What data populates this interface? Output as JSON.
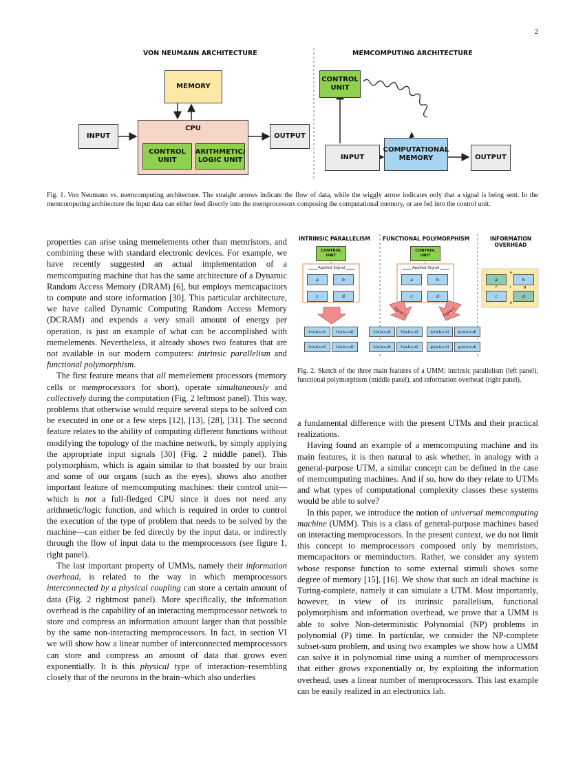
{
  "page_number": "2",
  "fig1": {
    "left_title": "VON NEUMANN ARCHITECTURE",
    "right_title": "MEMCOMPUTING ARCHITECTURE",
    "memory": "MEMORY",
    "input_left": "INPUT",
    "cpu": "CPU",
    "control_unit_left_1": "CONTROL",
    "control_unit_left_2": "UNIT",
    "alu_1": "ARITHMETIC/",
    "alu_2": "LOGIC UNIT",
    "output_left": "OUTPUT",
    "control_unit_right_1": "CONTROL",
    "control_unit_right_2": "UNIT",
    "input_right": "INPUT",
    "comp_mem_1": "COMPUTATIONAL",
    "comp_mem_2": "MEMORY",
    "output_right": "OUTPUT",
    "caption": "Fig. 1.   Von Neumann vs. memcomputing architecture. The straight arrows indicate the flow of data, while the wiggly arrow indicates only that a signal is being sent. In the memcomputing architecture the input data can either feed directly into the memprocessors composing the computational memory, or are fed into the control unit."
  },
  "fig2": {
    "title_1": "INTRINSIC PARALLELISM",
    "title_2": "FUNCTIONAL POLYMORPHISM",
    "title_3a": "INFORMATION",
    "title_3b": "OVERHEAD",
    "cu_1": "CONTROL",
    "cu_2": "UNIT",
    "applied_signal": "Applied Signal",
    "a": "a",
    "b": "b",
    "c": "c",
    "d": "d",
    "signal_1": "Signal 1",
    "signal_2": "Signal 2",
    "f1": "f₁(a,b,c,d)",
    "f2": "f₂(a,b,c,d)",
    "f3": "f₃(a,b,c,d)",
    "f4": "f₄(a,b,c,d)",
    "g1": "g₁(a,b,c,d)",
    "g2": "g₂(a,b,c,d)",
    "g3": "g₃(a,b,c,d)",
    "g4": "g₄(a,b,c,d)",
    "oh_e": "e",
    "oh_f": "f",
    "oh_g": "g",
    "oh_h": "h",
    "oh_i": "i",
    "caption": "Fig. 2.   Sketch of the three main features of a UMM: intrinsic parallelism (left panel), functional polymorphism (middle panel), and information overhead (right panel)."
  },
  "left_col": {
    "p1": "properties can arise using memelements other than memristors, and combining these with standard electronic devices. For example, we have recently suggested an actual implementation of a memcomputing machine that has the same architecture of a Dynamic Random Access Memory (DRAM) [6], but employs memcapacitors to compute and store information [30]. This particular architecture, we have called Dynamic Computing Random Access Memory (DCRAM) and expends a very small amount of energy per operation, is just an example of what can be accomplished with memelements. Nevertheless, it already shows two features that are not available in our modern computers: ",
    "p1_em1": "intrinsic parallelism",
    "p1_mid": " and ",
    "p1_em2": "functional polymorphism",
    "p1_end": ".",
    "p2_a": "The first feature means that ",
    "p2_em1": "all",
    "p2_b": " memelement processors (memory cells or ",
    "p2_em2": "memprocessors",
    "p2_c": " for short), operate ",
    "p2_em3": "simultaneously",
    "p2_d": " and ",
    "p2_em4": "collectively",
    "p2_e": " during the computation (Fig. 2 leftmost panel). This way, problems that otherwise would require several steps to be solved can be executed in one or a few steps [12], [13], [28], [31]. The second feature relates to the ability of computing different functions without modifying the topology of the machine network, by simply applying the appropriate input signals [30] (Fig. 2 middle panel). This polymorphism, which is again similar to that boasted by our brain and some of our organs (such as the eyes), shows also another important feature of memcomputing machines: their control unit—which is ",
    "p2_em5": "not",
    "p2_f": " a full-fledged CPU since it does not need any arithmetic/logic function, and which is required in order to control the execution of the type of problem that needs to be solved by the machine—can either be fed directly by the input data, or indirectly through the flow of input data to the memprocessors (see figure 1, right panel).",
    "p3_a": "The last important property of UMMs, namely their ",
    "p3_em1": "information overhead",
    "p3_b": ", is related to the way in which memprocessors ",
    "p3_em2": "interconnected by a physical coupling",
    "p3_c": " can store a certain amount of data (Fig. 2 rightmost panel). More specifically, the information overhead is the capability of an interacting memprocessor network to store and compress an information amount larger than that possible by the same non-interacting memprocessors. In fact, in section VI we will show how a linear number of interconnected memprocessors can store and compress an amount of data that grows even exponentially. It is this ",
    "p3_em3": "physical",
    "p3_d": " type of interaction–resembling closely that of the neurons in the brain–which also underlies"
  },
  "right_col": {
    "p1": "a fundamental difference with the present UTMs and their practical realizations.",
    "p2": "Having found an example of a memcomputing machine and its main features, it is then natural to ask whether, in analogy with a general-purpose UTM, a similar concept can be defined in the case of memcomputing machines. And if so, how do they relate to UTMs and what types of computational complexity classes these systems would be able to solve?",
    "p3_a": "In this paper, we introduce the notion of ",
    "p3_em": "universal memcomputing machine",
    "p3_b": " (UMM). This is a class of general-purpose machines based on interacting memprocessors. In the present context, we do not limit this concept to memprocessors composed only by memristors, memcapacitors or meminductors. Rather, we consider any system whose response function to some external stimuli shows some degree of memory [15], [16]. We show that such an ideal machine is Turing-complete, namely it can simulate a UTM. Most importantly, however, in view of its intrinsic parallelism, functional polymorphism and information overhead, we prove that a UMM is able to solve Non-deterministic Polynomial (NP) problems in polynomial (P) time. In particular, we consider the NP-complete subset-sum problem, and using two examples we show how a UMM can solve it in polynomial time using a number of memprocessors that either grows exponentially or, by exploiting the information overhead, uses a linear number of memprocessors. This last example can be easily realized in an electronics lab."
  }
}
